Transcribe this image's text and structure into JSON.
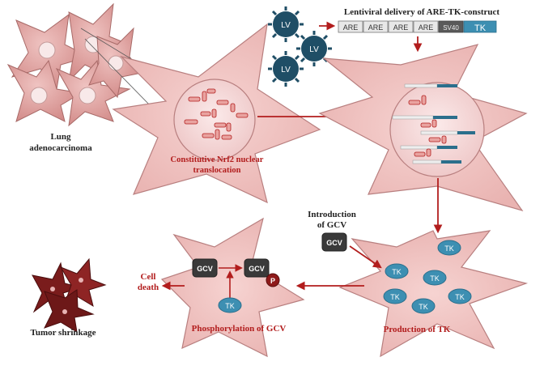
{
  "labels": {
    "lung": [
      "Lung",
      "adenocarcinoma"
    ],
    "lentiviral": "Lentiviral delivery of ARE-TK-construct",
    "nrf2": [
      "Constitutive Nrf2 nuclear",
      "translocation"
    ],
    "intro_gcv": [
      "Introduction",
      "of GCV"
    ],
    "cell_death": [
      "Cell",
      "death"
    ],
    "tumor": "Tumor shrinkage",
    "phosph": "Phosphorylation of GCV",
    "production": "Production of TK"
  },
  "construct": {
    "elements": [
      "ARE",
      "ARE",
      "ARE",
      "ARE",
      "SV40",
      "TK"
    ]
  },
  "virus_label": "LV",
  "gcv_label": "GCV",
  "tk_label": "TK",
  "p_label": "P",
  "colors": {
    "cell_fill": "#f2c8c6",
    "cell_stroke": "#b87f7f",
    "nucleus_fill": "#f6dcdc",
    "dark_red": "#b21d1d",
    "virus": "#1f4e66",
    "tk": "#3d8fb2",
    "gcv": "#3a3a3a",
    "tumor": "#7a1c1c"
  }
}
